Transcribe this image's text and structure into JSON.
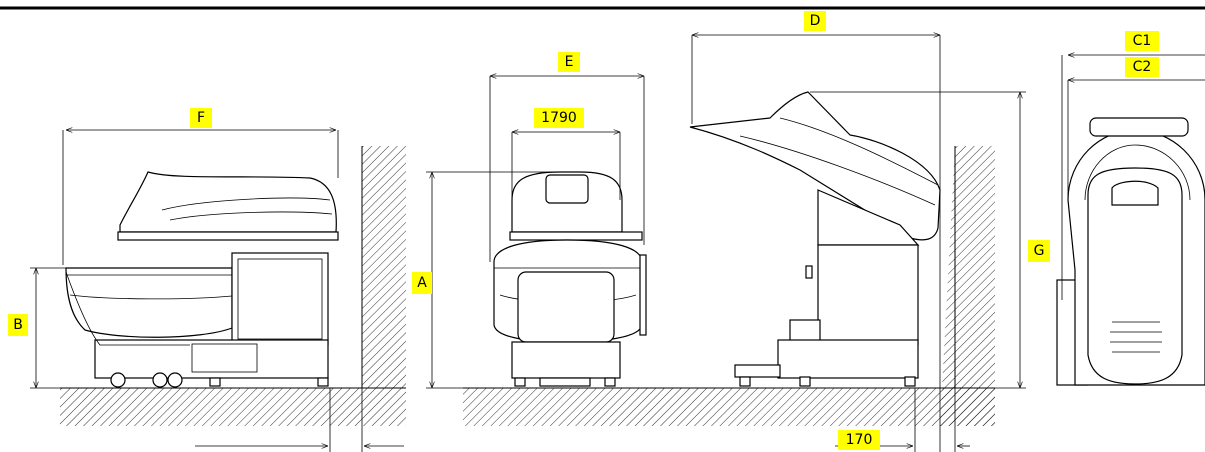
{
  "labels": {
    "A": "A",
    "B": "B",
    "C1": "C1",
    "C2": "C2",
    "D": "D",
    "E": "E",
    "F": "F",
    "G": "G",
    "width_1790": "1790",
    "clearance_170": "170"
  },
  "colors": {
    "label_background": "#ffff00",
    "line": "#000000",
    "hatch": "#000000"
  }
}
